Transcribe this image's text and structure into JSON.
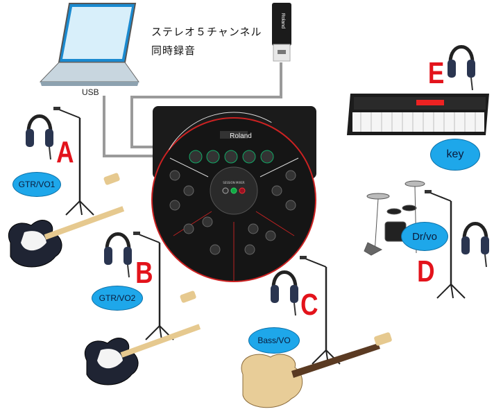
{
  "caption": {
    "line1": "ステレオ５チャンネル",
    "line2": "同時録音"
  },
  "usb_label": "USB",
  "brand": "Roland",
  "device": "SESSION MIXER",
  "channels": [
    {
      "letter": "A",
      "label": "GTR/VO1"
    },
    {
      "letter": "B",
      "label": "GTR/VO2"
    },
    {
      "letter": "C",
      "label": "Bass/VO"
    },
    {
      "letter": "D",
      "label": "Dr/vo"
    },
    {
      "letter": "E",
      "label": "key"
    }
  ],
  "colors": {
    "letter": "#e3131b",
    "bubble": "#1ea7ea",
    "cable": "#9a9a9a"
  }
}
